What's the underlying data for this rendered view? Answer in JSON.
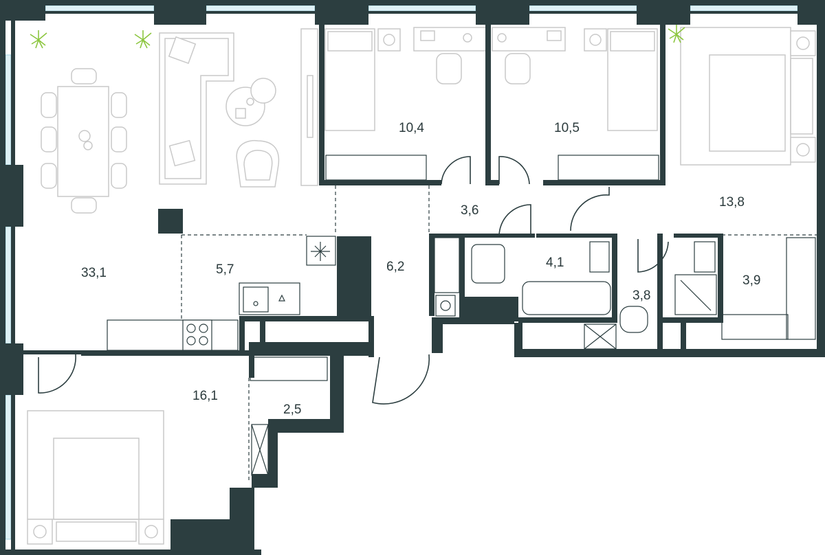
{
  "floorplan": {
    "rooms": [
      {
        "id": "living",
        "area": "33,1"
      },
      {
        "id": "kitchen",
        "area": "5,7"
      },
      {
        "id": "bedroom-1",
        "area": "10,4"
      },
      {
        "id": "bedroom-2",
        "area": "10,5"
      },
      {
        "id": "hall-upper",
        "area": "3,6"
      },
      {
        "id": "corridor",
        "area": "6,2"
      },
      {
        "id": "bathroom-1",
        "area": "4,1"
      },
      {
        "id": "master-bedroom",
        "area": "13,8"
      },
      {
        "id": "bathroom-2",
        "area": "3,8"
      },
      {
        "id": "wardrobe-right",
        "area": "3,9"
      },
      {
        "id": "bedroom-3",
        "area": "16,1"
      },
      {
        "id": "wardrobe-lower",
        "area": "2,5"
      }
    ],
    "colors": {
      "wall": "#2c3e40",
      "window": "#dff1f6",
      "furniture": "#c9c9c9",
      "plant": "#8cc63f"
    }
  }
}
